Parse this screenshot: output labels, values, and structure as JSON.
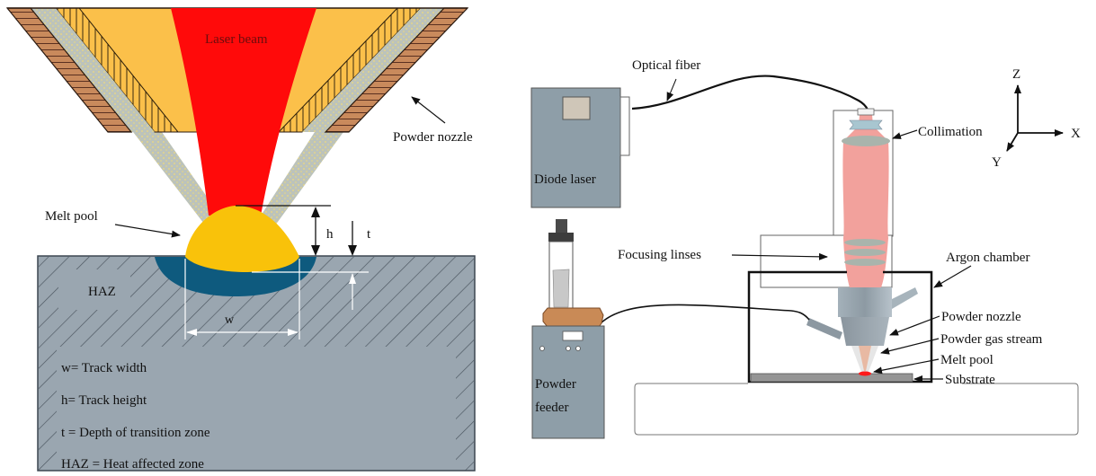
{
  "left_diagram": {
    "title": "Laser cladding cross-section",
    "labels": {
      "laser_beam": "Laser beam",
      "powder_nozzle": "Powder nozzle",
      "melt_pool": "Melt pool",
      "haz": "HAZ",
      "h": "h",
      "t": "t",
      "w": "w"
    },
    "legend": [
      "w= Track width",
      "h= Track height",
      "t = Depth of transition zone",
      "HAZ = Heat affected zone"
    ],
    "colors": {
      "laser": "#ff0000",
      "nozzle_body": "#fbc04a",
      "nozzle_wall": "#c98a5c",
      "powder_stream": "#b8bfb0",
      "melt_pool": "#f9c20a",
      "transition_zone": "#0e5a7e",
      "substrate": "#9aa6b0"
    }
  },
  "right_diagram": {
    "title": "Experimental setup",
    "labels": {
      "optical_fiber": "Optical fiber",
      "diode_laser": "Diode laser",
      "collimation": "Collimation",
      "focusing_lenses": "Focusing linses",
      "argon_chamber": "Argon chamber",
      "powder_nozzle": "Powder nozzle",
      "powder_gas_stream": "Powder gas stream",
      "melt_pool": "Melt pool",
      "substrate": "Substrate",
      "powder_feeder_line1": "Powder",
      "powder_feeder_line2": "feeder"
    },
    "axes": {
      "x": "X",
      "y": "Y",
      "z": "Z"
    },
    "colors": {
      "device_body": "#8e9ea8",
      "beam": "#f2a19c",
      "lens": "#a9b4ac",
      "feeder_base": "#c98a56",
      "nozzle": "#9aa6ae"
    }
  }
}
